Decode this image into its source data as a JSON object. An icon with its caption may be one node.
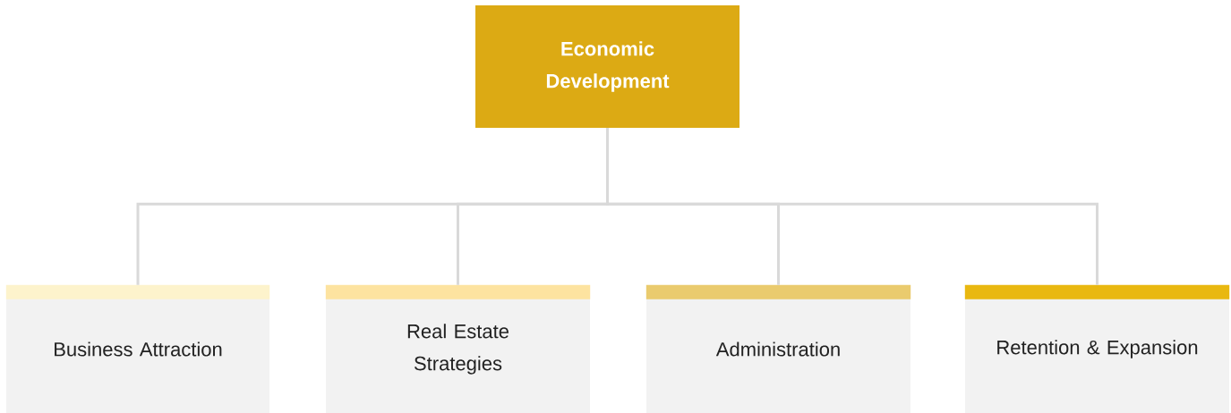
{
  "diagram": {
    "nodes": [
      {
        "text": [
          "Economic Development"
        ]
      },
      {
        "text": [
          "Business Attraction"
        ]
      },
      {
        "text": [
          "Real Estate Strategies"
        ]
      },
      {
        "text": [
          "Administration"
        ]
      },
      {
        "text": [
          "Retention & Expansion"
        ]
      }
    ],
    "edges": [
      {
        "from": 0,
        "to": 1,
        "arrow": "none"
      },
      {
        "from": 0,
        "to": 2,
        "arrow": "none"
      },
      {
        "from": 0,
        "to": 3,
        "arrow": "none"
      },
      {
        "from": 0,
        "to": 4,
        "arrow": "none"
      }
    ]
  }
}
